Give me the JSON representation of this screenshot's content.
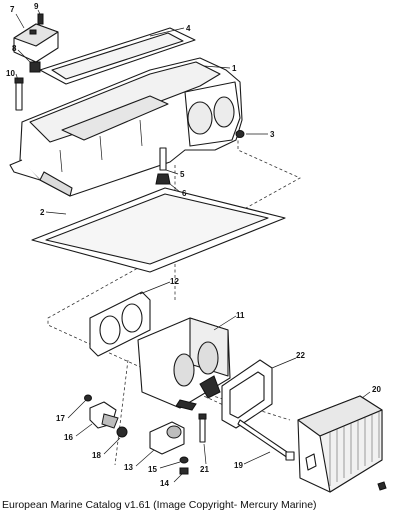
{
  "caption": "European Marine Catalog v1.61 (Image Copyright- Mercury Marine)",
  "callouts": {
    "c1": "1",
    "c2": "2",
    "c3": "3",
    "c4": "4",
    "c5": "5",
    "c6": "6",
    "c7": "7",
    "c8": "8",
    "c9": "9",
    "c10": "10",
    "c11": "11",
    "c12": "12",
    "c13": "13",
    "c14": "14",
    "c15": "15",
    "c16": "16",
    "c17": "17",
    "c18": "18",
    "c19": "19",
    "c20": "20",
    "c21": "21",
    "c22": "22"
  }
}
